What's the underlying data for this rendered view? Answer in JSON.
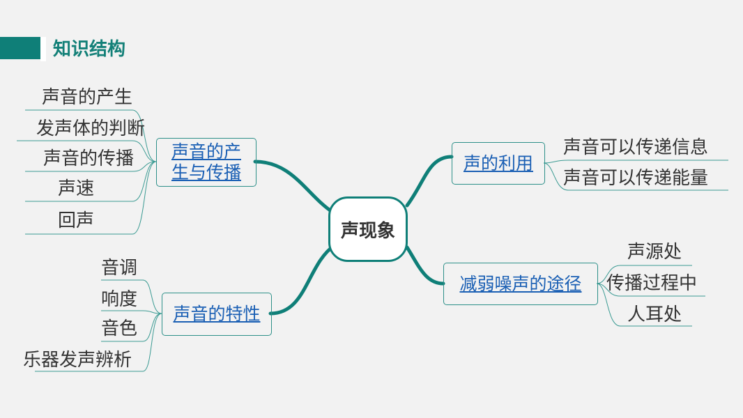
{
  "header": {
    "title": "知识结构"
  },
  "center": {
    "label": "声现象"
  },
  "branches": {
    "production": {
      "label_line1": "声音的产",
      "label_line2": "生与传播",
      "leaves": [
        "声音的产生",
        "发声体的判断",
        "声音的传播",
        "声速",
        "回声"
      ]
    },
    "characteristics": {
      "label": "声音的特性",
      "leaves": [
        "音调",
        "响度",
        "音色",
        "乐器发声辨析"
      ]
    },
    "use": {
      "label": "声的利用",
      "leaves": [
        "声音可以传递信息",
        "声音可以传递能量"
      ]
    },
    "noise": {
      "label": "减弱噪声的途径",
      "leaves": [
        "声源处",
        "传播过程中",
        "人耳处"
      ]
    }
  },
  "colors": {
    "accent": "#0f7f78",
    "link": "#1a5fb4",
    "text": "#333333"
  }
}
